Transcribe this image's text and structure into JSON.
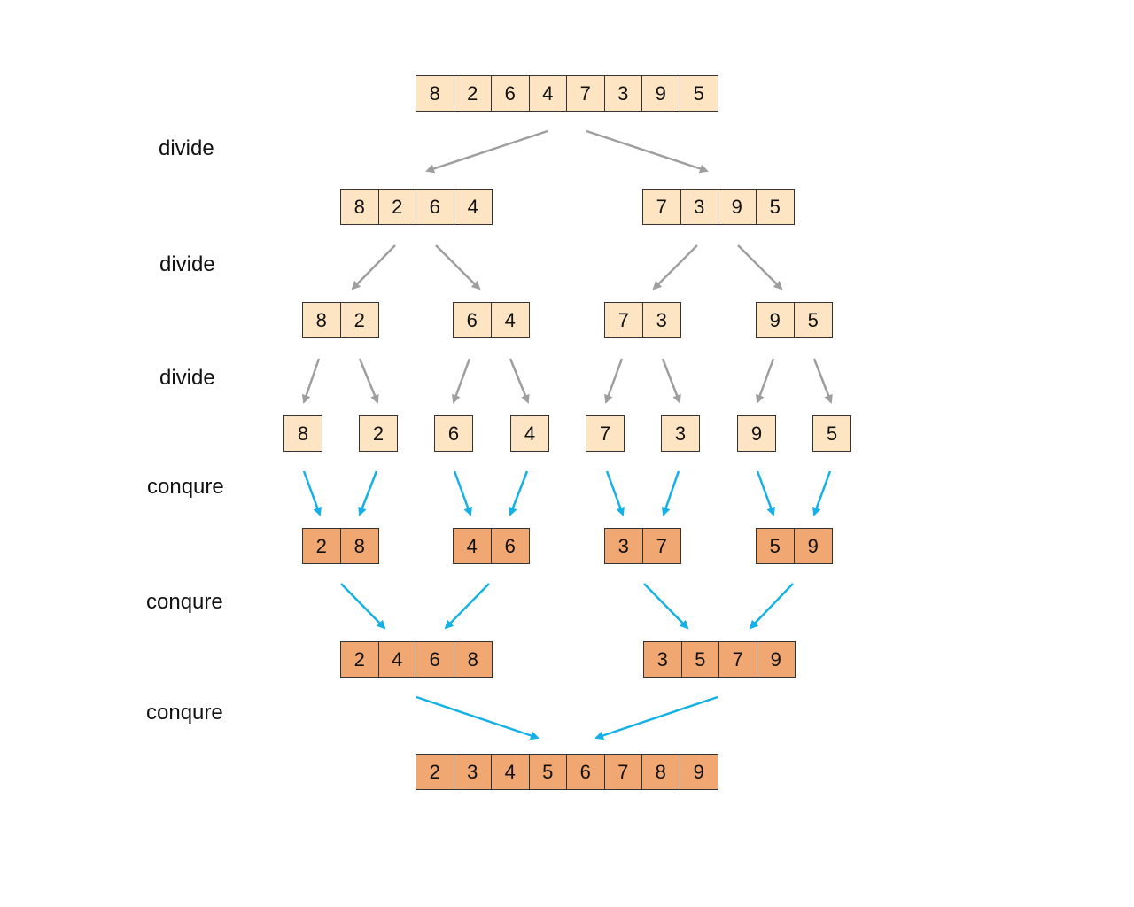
{
  "labels": {
    "divide_1": "divide",
    "divide_2": "divide",
    "divide_3": "divide",
    "conquer_1": "conqure",
    "conquer_2": "conqure",
    "conquer_3": "conqure"
  },
  "colors": {
    "divide_fill": "#fde5c4",
    "conquer_fill": "#f0a772",
    "divide_arrow": "#9e9e9e",
    "conquer_arrow": "#14b1e7",
    "border": "#333333"
  },
  "arrays": {
    "initial": [
      [
        "8",
        "2",
        "6",
        "4",
        "7",
        "3",
        "9",
        "5"
      ]
    ],
    "divide_level_1": [
      [
        "8",
        "2",
        "6",
        "4"
      ],
      [
        "7",
        "3",
        "9",
        "5"
      ]
    ],
    "divide_level_2": [
      [
        "8",
        "2"
      ],
      [
        "6",
        "4"
      ],
      [
        "7",
        "3"
      ],
      [
        "9",
        "5"
      ]
    ],
    "singles": [
      [
        "8"
      ],
      [
        "2"
      ],
      [
        "6"
      ],
      [
        "4"
      ],
      [
        "7"
      ],
      [
        "3"
      ],
      [
        "9"
      ],
      [
        "5"
      ]
    ],
    "merge_level_1": [
      [
        "2",
        "8"
      ],
      [
        "4",
        "6"
      ],
      [
        "3",
        "7"
      ],
      [
        "5",
        "9"
      ]
    ],
    "merge_level_2": [
      [
        "2",
        "4",
        "6",
        "8"
      ],
      [
        "3",
        "5",
        "7",
        "9"
      ]
    ],
    "sorted": [
      [
        "2",
        "3",
        "4",
        "5",
        "6",
        "7",
        "8",
        "9"
      ]
    ]
  }
}
